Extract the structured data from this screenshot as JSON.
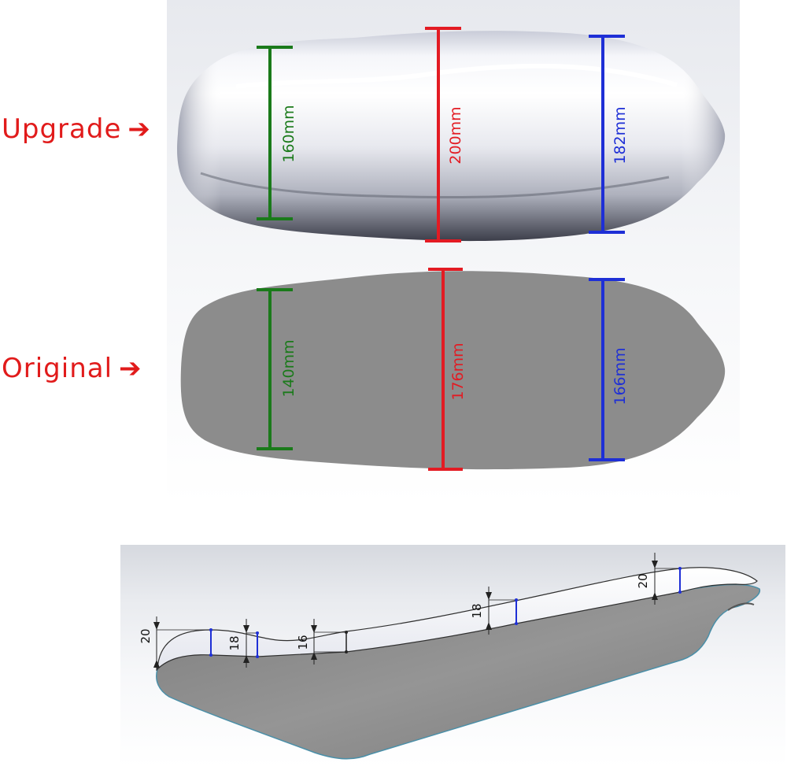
{
  "labels": {
    "upgrade": "Upgrade",
    "original": "Original",
    "arrow_glyph": "➔"
  },
  "upgrade_dims": {
    "left": "160mm",
    "center": "200mm",
    "right": "182mm"
  },
  "original_dims": {
    "left": "140mm",
    "center": "176mm",
    "right": "166mm"
  },
  "profile_dims": [
    "20",
    "18",
    "16",
    "18",
    "20"
  ],
  "colors": {
    "label_red": "#e11b1b",
    "dim_green": "#1a7a1a",
    "dim_red": "#e31b23",
    "dim_blue": "#1e2fd6",
    "original_fill": "#8c8c8c"
  }
}
